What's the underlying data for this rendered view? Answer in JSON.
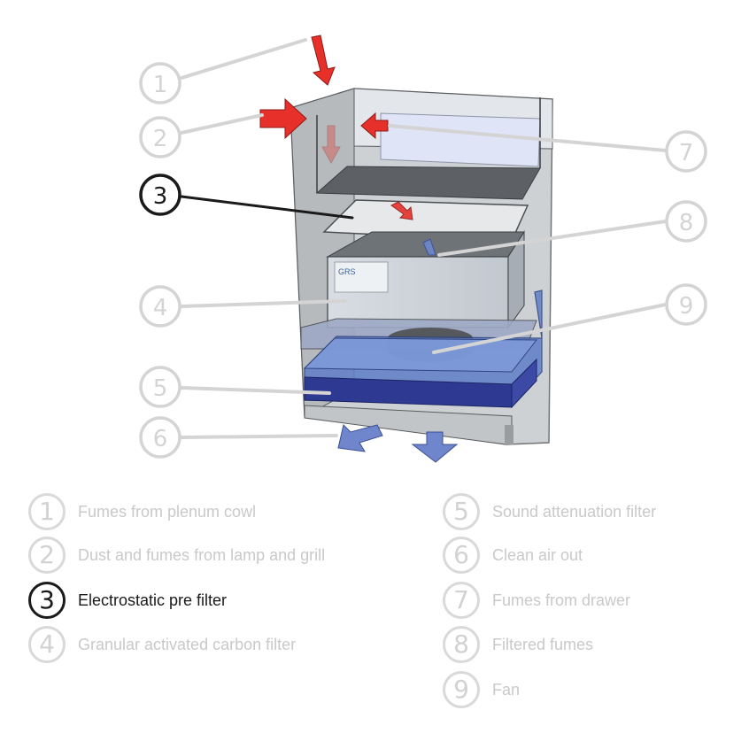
{
  "diagram": {
    "callouts": [
      {
        "num": "1",
        "active": false
      },
      {
        "num": "2",
        "active": false
      },
      {
        "num": "3",
        "active": true
      },
      {
        "num": "4",
        "active": false
      },
      {
        "num": "5",
        "active": false
      },
      {
        "num": "6",
        "active": false
      },
      {
        "num": "7",
        "active": false
      },
      {
        "num": "8",
        "active": false
      },
      {
        "num": "9",
        "active": false
      }
    ],
    "unit_logo": "GRS"
  },
  "legend": {
    "left": [
      {
        "num": "1",
        "label": "Fumes from plenum cowl",
        "active": false
      },
      {
        "num": "2",
        "label": "Dust and fumes from lamp and grill",
        "active": false
      },
      {
        "num": "3",
        "label": "Electrostatic pre filter",
        "active": true
      },
      {
        "num": "4",
        "label": "Granular activated carbon filter",
        "active": false
      }
    ],
    "right": [
      {
        "num": "5",
        "label": "Sound attenuation filter",
        "active": false
      },
      {
        "num": "6",
        "label": "Clean air out",
        "active": false
      },
      {
        "num": "7",
        "label": "Fumes from drawer",
        "active": false
      },
      {
        "num": "8",
        "label": "Filtered fumes",
        "active": false
      },
      {
        "num": "9",
        "label": "Fan",
        "active": false
      }
    ]
  },
  "colors": {
    "active": "#1a1a1a",
    "inactive": "#d4d4d4",
    "arrow_red": "#e8302a",
    "arrow_blue": "#6f86cc"
  }
}
